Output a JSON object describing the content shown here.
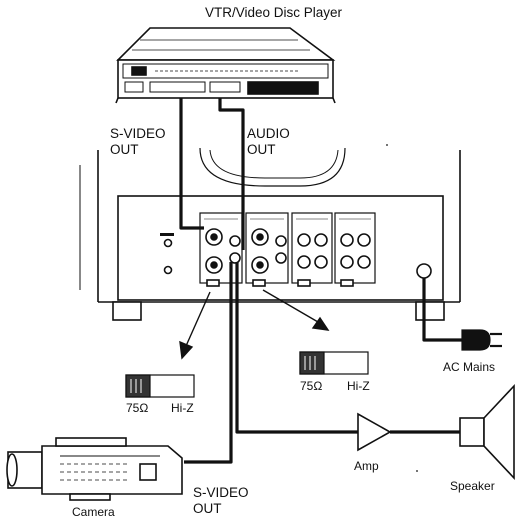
{
  "labels": {
    "vtr": "VTR/Video Disc Player",
    "svideo_out_top_1": "S-VIDEO",
    "svideo_out_top_2": "OUT",
    "audio_out_1": "AUDIO",
    "audio_out_2": "OUT",
    "ac_mains": "AC Mains",
    "switch_left_75": "75Ω",
    "switch_left_hiz": "Hi-Z",
    "switch_right_75": "75Ω",
    "switch_right_hiz": "Hi-Z",
    "amp": "Amp",
    "speaker": "Speaker",
    "camera": "Camera",
    "svideo_out_bottom_1": "S-VIDEO",
    "svideo_out_bottom_2": "OUT"
  },
  "icons": [
    "vtr-player-icon",
    "monitor-rear-icon",
    "camera-icon",
    "amplifier-icon",
    "speaker-icon",
    "power-plug-icon",
    "slide-switch-icon"
  ]
}
